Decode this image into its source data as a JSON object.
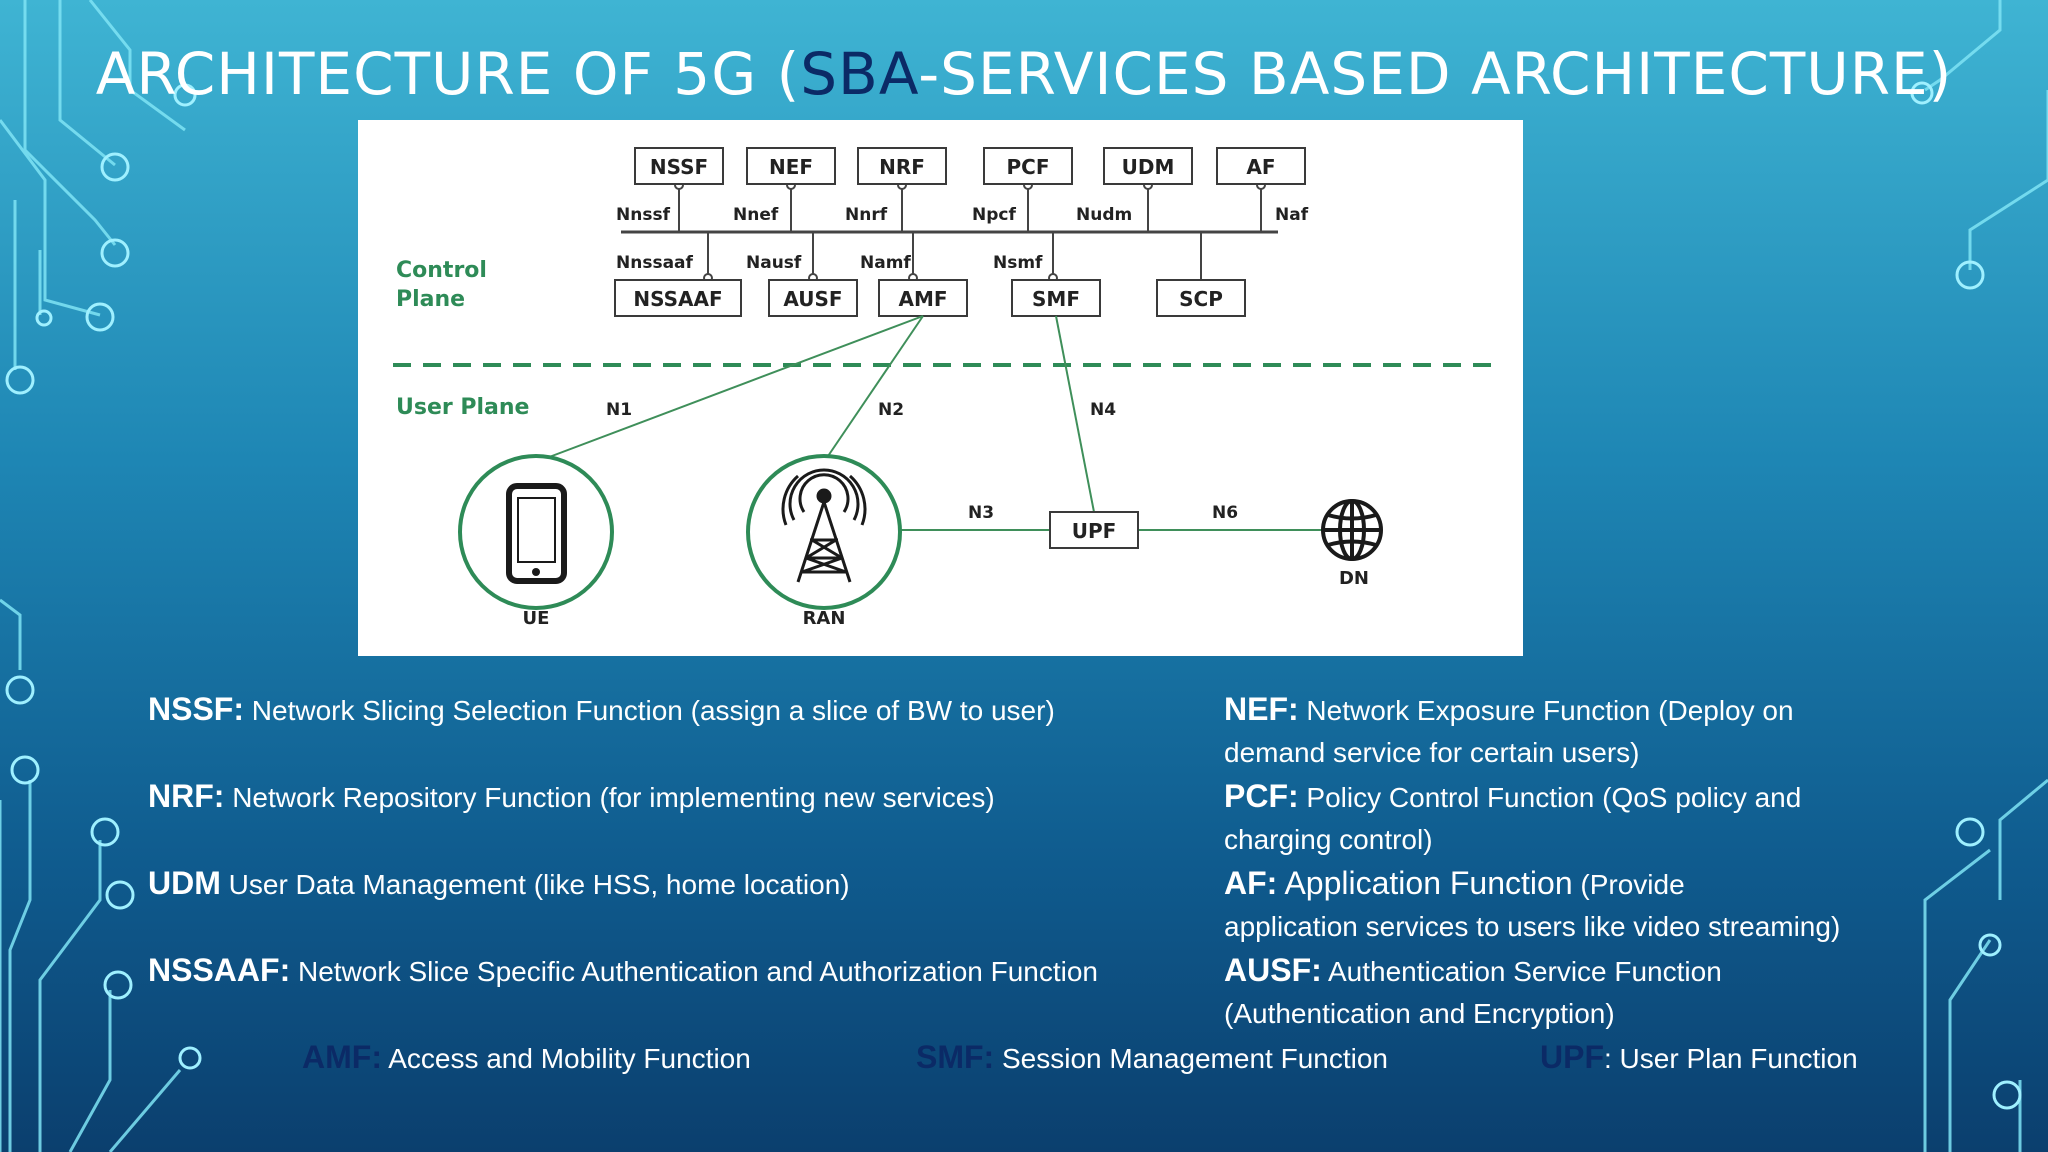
{
  "title": {
    "before": "ARCHITECTURE OF 5G (",
    "highlight": "SBA",
    "after": "-SERVICES BASED ARCHITECTURE)"
  },
  "diagram": {
    "control_plane_label_1": "Control",
    "control_plane_label_2": "Plane",
    "user_plane_label": "User Plane",
    "top_nfs": [
      "NSSF",
      "NEF",
      "NRF",
      "PCF",
      "UDM",
      "AF"
    ],
    "top_ifaces": [
      "Nnssf",
      "Nnef",
      "Nnrf",
      "Npcf",
      "Nudm",
      "Naf"
    ],
    "bottom_nfs": [
      "NSSAAF",
      "AUSF",
      "AMF",
      "SMF",
      "SCP"
    ],
    "bottom_ifaces": [
      "Nnssaaf",
      "Nausf",
      "Namf",
      "Nsmf"
    ],
    "ref_points": [
      "N1",
      "N2",
      "N4",
      "N3",
      "N6"
    ],
    "upf": "UPF",
    "nodes": [
      "UE",
      "RAN",
      "DN"
    ]
  },
  "definitions": {
    "nssf_term": "NSSF:",
    "nssf_text": " Network Slicing Selection Function (assign a slice of BW to user)",
    "nrf_term": "NRF:",
    "nrf_text": " Network Repository Function (for implementing new services)",
    "udm_term": "UDM",
    "udm_text": " User Data Management (like HSS, home location)",
    "nssaaf_term": "NSSAAF:",
    "nssaaf_text": " Network Slice Specific Authentication and Authorization Function",
    "nef_term": "NEF:",
    "nef_text_1": " Network Exposure Function (Deploy on",
    "nef_text_2": "demand service for certain users)",
    "pcf_term": "PCF:",
    "pcf_text_1": " Policy Control Function (QoS policy and",
    "pcf_text_2": "charging control)",
    "af_term": "AF:",
    "af_text_big": " Application Function",
    "af_text_1": " (Provide",
    "af_text_2": "application services to users like video streaming)",
    "ausf_term": "AUSF:",
    "ausf_text_1": " Authentication Service Function",
    "ausf_text_2": "(Authentication and Encryption)",
    "amf_term": "AMF:",
    "amf_text": " Access and Mobility Function",
    "smf_term": "SMF:",
    "smf_text": " Session Management Function",
    "upf_term": "UPF",
    "upf_text": ": User Plan Function"
  },
  "colors": {
    "highlight": "#0b2a66",
    "plane_green": "#2e8b57"
  }
}
